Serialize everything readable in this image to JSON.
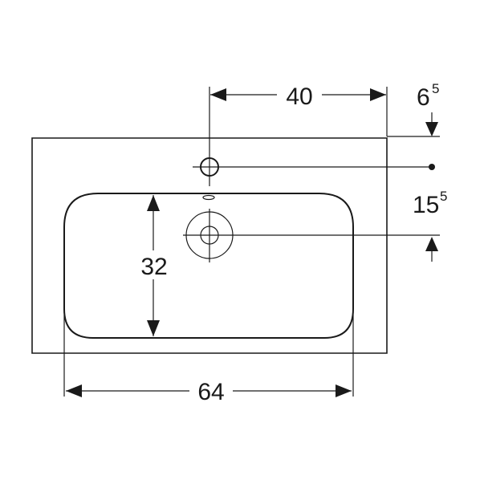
{
  "dimensions": {
    "hole_offset": {
      "main": "40"
    },
    "back_offset": {
      "main": "6",
      "sup": "5"
    },
    "drain_offset": {
      "main": "15",
      "sup": "5"
    },
    "bowl_depth": {
      "main": "32"
    },
    "bowl_width": {
      "main": "64"
    }
  }
}
